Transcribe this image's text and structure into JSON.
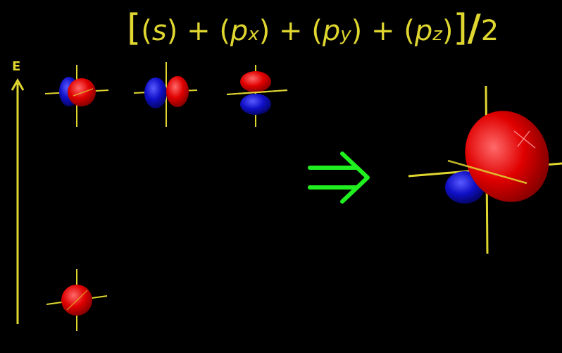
{
  "formula": {
    "open_bracket": "[",
    "s_open": "(",
    "s": "s",
    "s_close": ")",
    "plus1": " + ",
    "px_open": "(",
    "p1": "p",
    "x": "x",
    "px_close": ")",
    "plus2": " + ",
    "py_open": "(",
    "p2": "p",
    "y": "y",
    "py_close": ")",
    "plus3": " + ",
    "pz_open": "(",
    "p3": "p",
    "z": "z",
    "pz_close": ")",
    "close_bracket": "]",
    "slash": "/",
    "divisor": "2"
  },
  "energy_axis_label": "E",
  "colors": {
    "text": "#e0d630",
    "axis_lines": "#e0d630",
    "positive_lobe": "#e00000",
    "negative_lobe": "#1010c8",
    "arrow": "#20f020",
    "background": "#000000"
  },
  "orbitals": [
    "s",
    "px",
    "py",
    "pz",
    "sp3-hybrid"
  ]
}
